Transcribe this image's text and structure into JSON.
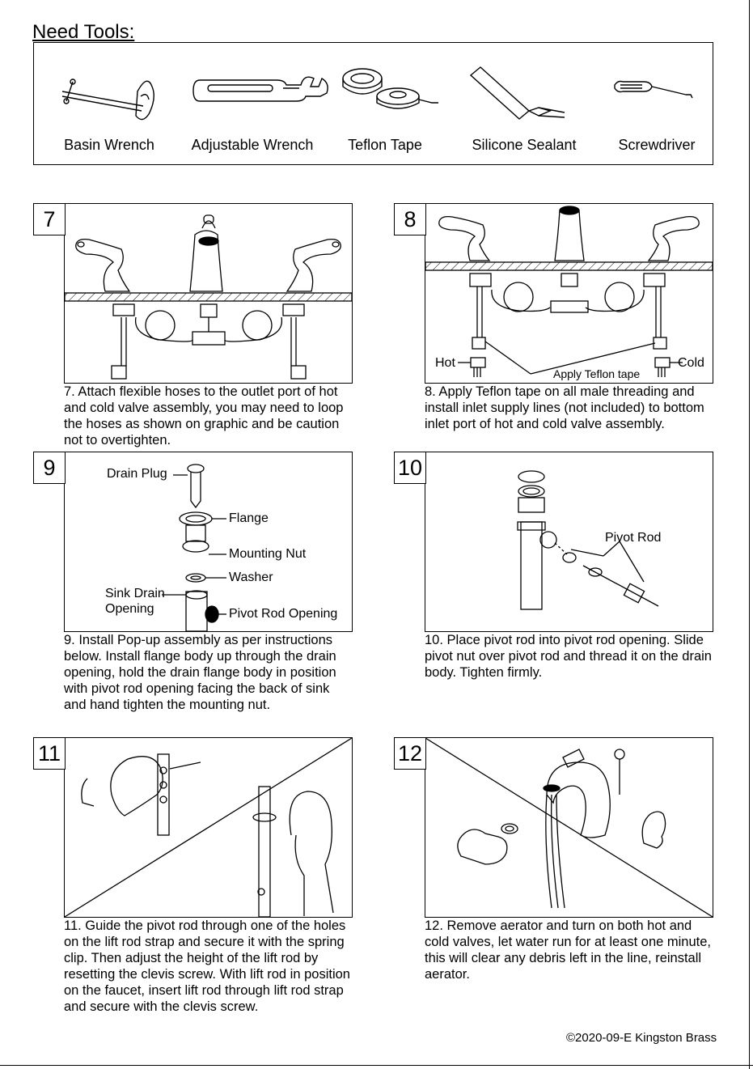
{
  "header": {
    "title": "Need Tools:"
  },
  "tools": [
    {
      "icon": "basin-wrench-icon",
      "label": "Basin Wrench"
    },
    {
      "icon": "adjustable-wrench-icon",
      "label": "Adjustable Wrench"
    },
    {
      "icon": "teflon-tape-icon",
      "label": "Teflon Tape"
    },
    {
      "icon": "silicone-sealant-icon",
      "label": "Silicone Sealant"
    },
    {
      "icon": "screwdriver-icon",
      "label": "Screwdriver"
    }
  ],
  "steps": {
    "s7": {
      "number": "7",
      "caption": "7. Attach flexible hoses to the outlet port of hot and cold valve assembly, you may need to loop the hoses as shown on graphic and be caution not to overtighten."
    },
    "s8": {
      "number": "8",
      "caption": "8. Apply Teflon tape on all male threading and install inlet supply lines (not included) to bottom inlet port of hot and cold valve assembly.",
      "labels": {
        "hot": "Hot",
        "cold": "Cold",
        "tape": "Apply Teflon tape"
      }
    },
    "s9": {
      "number": "9",
      "caption": "9. Install Pop-up assembly as per instructions below.  Install flange body up through the drain opening, hold the drain flange body in position with pivot rod opening facing the back of sink and hand tighten the mounting nut.",
      "labels": {
        "drain_plug": "Drain Plug",
        "flange": "Flange",
        "mounting_nut": "Mounting Nut",
        "washer": "Washer",
        "sink_drain": "Sink Drain",
        "opening": "Opening",
        "pivot_rod_opening": "Pivot Rod Opening"
      }
    },
    "s10": {
      "number": "10",
      "caption": "10. Place pivot rod into pivot rod opening. Slide pivot nut over pivot rod and thread it on the drain body.  Tighten firmly.",
      "labels": {
        "pivot_rod": "Pivot Rod"
      }
    },
    "s11": {
      "number": "11",
      "caption": "11. Guide the pivot rod through one of the holes on the lift rod strap and secure it with the spring clip.  Then adjust the height of the lift rod by resetting the clevis screw.  With lift rod in position on the faucet, insert lift rod through lift rod strap and secure with the clevis screw."
    },
    "s12": {
      "number": "12",
      "caption": "12. Remove aerator and turn on both hot and cold valves, let water run for at least one minute, this will clear any debris left in the line, reinstall aerator."
    }
  },
  "footer": {
    "copyright": "©2020-09-E Kingston Brass"
  }
}
